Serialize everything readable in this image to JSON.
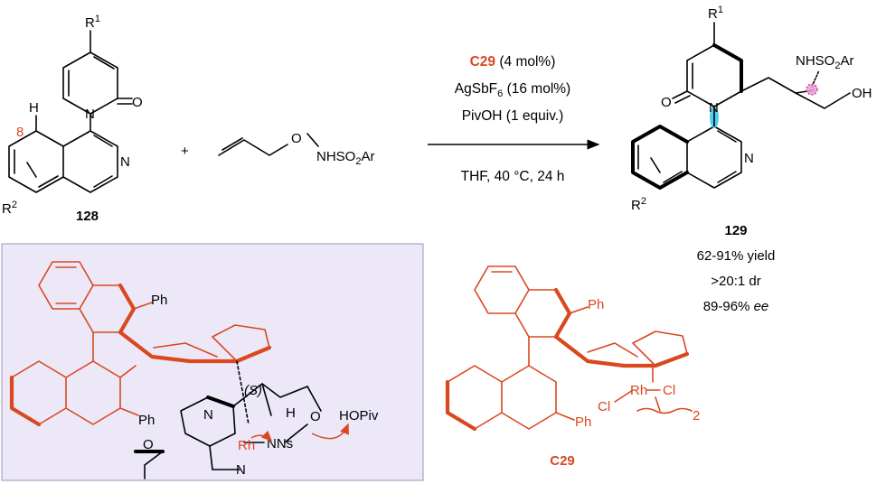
{
  "reactant1": {
    "label": "128",
    "r1": "R",
    "r1_sup": "1",
    "r2": "R",
    "r2_sup": "2",
    "h": "H",
    "position": "8",
    "o": "O",
    "n1": "N",
    "n2": "N"
  },
  "reactant2": {
    "o": "O",
    "nhso2ar_prefix": "NHSO",
    "nhso2ar_sub": "2",
    "nhso2ar_suffix": "Ar"
  },
  "plus": "+",
  "conditions": {
    "catalyst": "C29",
    "catalyst_loading": "(4 mol%)",
    "additive_prefix": "AgSbF",
    "additive_sub": "6",
    "additive_loading": "(16 mol%)",
    "acid": "PivOH (1 equiv.)",
    "solvent": "THF, 40 °C, 24 h"
  },
  "product": {
    "label": "129",
    "yield": "62-91% yield",
    "dr": ">20:1 dr",
    "ee_value": "89-96%",
    "ee_unit": "ee",
    "r1": "R",
    "r1_sup": "1",
    "r2": "R",
    "r2_sup": "2",
    "o": "O",
    "n1": "N",
    "n2": "N",
    "nhso2ar_prefix": "NHSO",
    "nhso2ar_sub": "2",
    "nhso2ar_suffix": "Ar",
    "oh": "OH"
  },
  "transition_state": {
    "ph1": "Ph",
    "ph2": "Ph",
    "s_label": "(S)",
    "h": "H",
    "rh": "Rh",
    "nns": "NNs",
    "o1": "O",
    "o2": "O",
    "n1": "N",
    "n2": "N",
    "hopiv": "HOPiv"
  },
  "catalyst": {
    "label": "C29",
    "ph1": "Ph",
    "ph2": "Ph",
    "rh": "Rh",
    "cl1": "Cl",
    "cl2": "Cl",
    "dimer": "2"
  },
  "colors": {
    "accent": "#d9481f",
    "panel": "#ece8f8",
    "cyan": "#3ec9ee",
    "magenta": "#d53aa6"
  }
}
